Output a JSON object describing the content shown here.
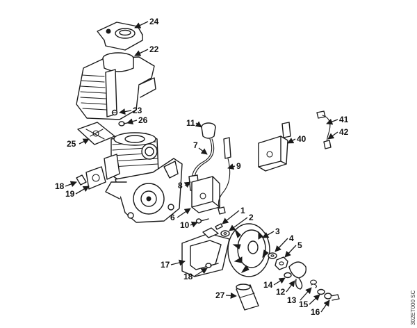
{
  "drawing_code": "302ET000 SC",
  "callouts": [
    {
      "label": "24"
    },
    {
      "label": "22"
    },
    {
      "label": "23"
    },
    {
      "label": "26"
    },
    {
      "label": "25"
    },
    {
      "label": "18"
    },
    {
      "label": "19"
    },
    {
      "label": "11"
    },
    {
      "label": "7"
    },
    {
      "label": "9"
    },
    {
      "label": "8"
    },
    {
      "label": "6"
    },
    {
      "label": "10"
    },
    {
      "label": "1"
    },
    {
      "label": "2"
    },
    {
      "label": "3"
    },
    {
      "label": "4"
    },
    {
      "label": "5"
    },
    {
      "label": "17"
    },
    {
      "label": "18"
    },
    {
      "label": "14"
    },
    {
      "label": "12"
    },
    {
      "label": "13"
    },
    {
      "label": "15"
    },
    {
      "label": "16"
    },
    {
      "label": "27"
    },
    {
      "label": "41"
    },
    {
      "label": "42"
    },
    {
      "label": "40"
    }
  ]
}
